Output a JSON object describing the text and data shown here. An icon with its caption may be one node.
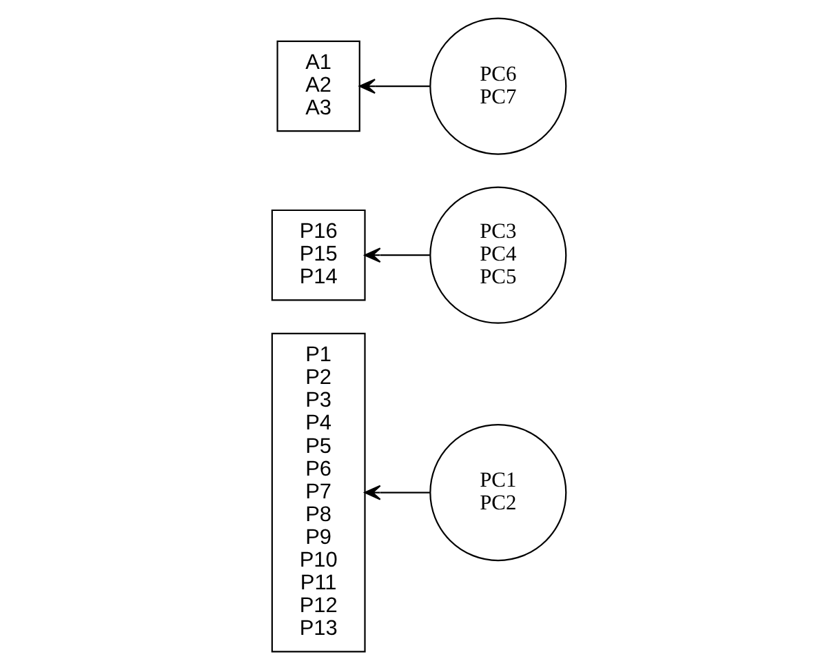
{
  "diagram": {
    "nodes": [
      {
        "text": [
          "P1",
          "P2",
          "P3",
          "P4",
          "P5",
          "P6",
          "P7",
          "P8",
          "P9",
          "P10",
          "P11",
          "P12",
          "P13"
        ]
      },
      {
        "text": [
          "P16",
          "P15",
          "P14"
        ]
      },
      {
        "text": [
          "A1",
          "A2",
          "A3"
        ]
      },
      {
        "text": [
          "PC1",
          "PC2"
        ]
      },
      {
        "text": [
          "PC3",
          "PC4",
          "PC5"
        ]
      },
      {
        "text": [
          "PC6",
          "PC7"
        ]
      }
    ],
    "edges": [
      {
        "from": 3,
        "to": 0,
        "arrow": "to"
      },
      {
        "from": 4,
        "to": 1,
        "arrow": "to"
      },
      {
        "from": 5,
        "to": 2,
        "arrow": "to"
      }
    ]
  }
}
